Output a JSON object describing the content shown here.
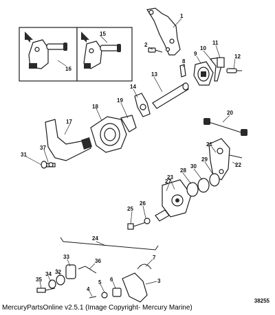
{
  "caption": "MercuryPartsOnline v2.5.1 (Image Copyright- Mercury Marine)",
  "diagram_code": "38255",
  "callouts": [
    "1",
    "2",
    "3",
    "4",
    "5",
    "6",
    "7",
    "8",
    "9",
    "10",
    "11",
    "12",
    "13",
    "14",
    "15",
    "16",
    "17",
    "18",
    "19",
    "20",
    "21",
    "22",
    "23",
    "24",
    "25",
    "26",
    "27",
    "28",
    "29",
    "30",
    "31",
    "32",
    "33",
    "34",
    "35",
    "36",
    "37"
  ],
  "inset_arrow_glyph": "arrow-down-icon"
}
